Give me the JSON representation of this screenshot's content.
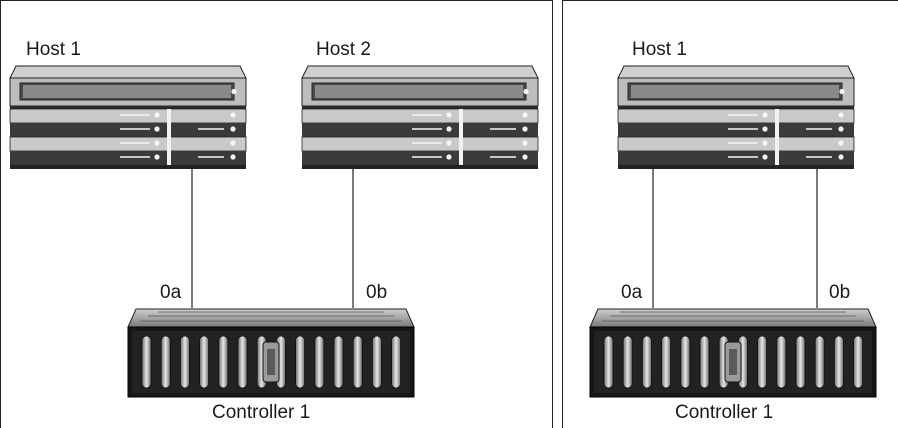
{
  "left_panel": {
    "host_a_label": "Host 1",
    "host_b_label": "Host 2",
    "port_a_label": "0a",
    "port_b_label": "0b",
    "controller_label": "Controller 1"
  },
  "right_panel": {
    "host_label": "Host 1",
    "port_a_label": "0a",
    "port_b_label": "0b",
    "controller_label": "Controller 1"
  },
  "colors": {
    "line": "#222222",
    "server_light": "#bdbdbd",
    "server_dark": "#3a3a3a",
    "controller_dark": "#161616",
    "controller_top": "#8c8c8c"
  }
}
